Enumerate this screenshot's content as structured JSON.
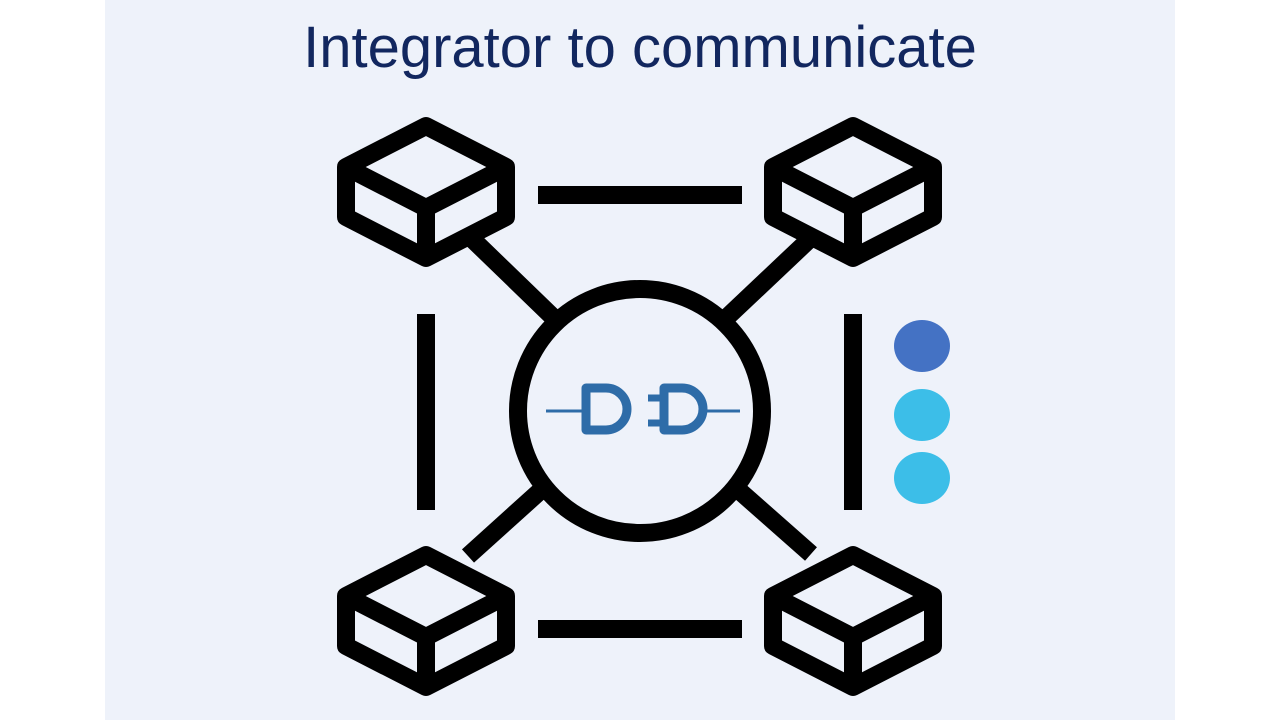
{
  "slide": {
    "title": "Integrator to communicate"
  },
  "diagram": {
    "nodes": [
      {
        "id": "top-left",
        "icon": "cube-icon"
      },
      {
        "id": "top-right",
        "icon": "cube-icon"
      },
      {
        "id": "bottom-left",
        "icon": "cube-icon"
      },
      {
        "id": "bottom-right",
        "icon": "cube-icon"
      }
    ],
    "hub": {
      "icon": "plug-connector-icon"
    },
    "colors": {
      "stroke": "#000000",
      "plug": "#2e6ca8",
      "dot_dark": "#4472c4",
      "dot_light": "#3cbee8",
      "background": "#eef2fa",
      "title": "#12275f"
    },
    "dots": [
      "dark-blue",
      "light-blue",
      "light-blue"
    ]
  }
}
